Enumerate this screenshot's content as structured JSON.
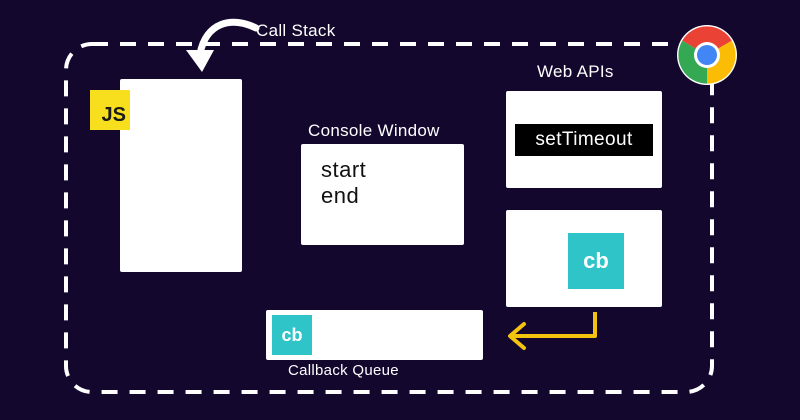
{
  "call_stack": {
    "title": "Call Stack",
    "badge": "JS"
  },
  "console": {
    "title": "Console Window",
    "lines": [
      "start",
      "end"
    ]
  },
  "web_apis": {
    "title": "Web APIs",
    "set_timeout_label": "setTimeout",
    "callback_label": "cb"
  },
  "callback_queue": {
    "title": "Callback Queue",
    "callback_label": "cb"
  },
  "icons": {
    "browser": "chrome-logo-icon",
    "call_stack_arrow": "curved-arrow-icon",
    "queue_arrow": "return-arrow-icon"
  },
  "colors": {
    "background": "#13072e",
    "js_yellow": "#f7df1e",
    "cb_teal": "#2ec4c8",
    "arrow_yellow": "#f2c40f"
  }
}
